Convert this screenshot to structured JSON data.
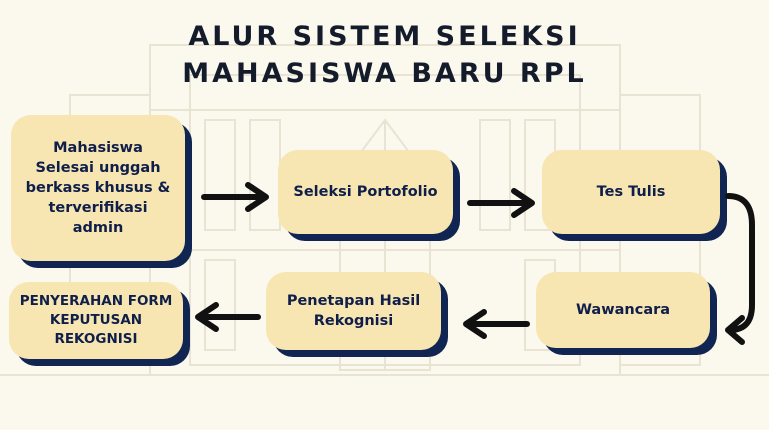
{
  "title": {
    "line1": "ALUR SISTEM SELEKSI",
    "line2": "MAHASISWA BARU RPL"
  },
  "steps": [
    {
      "label": "Mahasiswa Selesai unggah berkass khusus & terverifikasi admin"
    },
    {
      "label": "Seleksi Portofolio"
    },
    {
      "label": "Tes Tulis"
    },
    {
      "label": "Wawancara"
    },
    {
      "label": "Penetapan Hasil Rekognisi"
    },
    {
      "label": "PENYERAHAN FORM KEPUTUSAN REKOGNISI"
    }
  ],
  "colors": {
    "box_fill": "#f7e6b2",
    "box_shadow": "#112553",
    "text": "#101e4a",
    "arrow": "#111111",
    "background": "#fbf8ee"
  }
}
